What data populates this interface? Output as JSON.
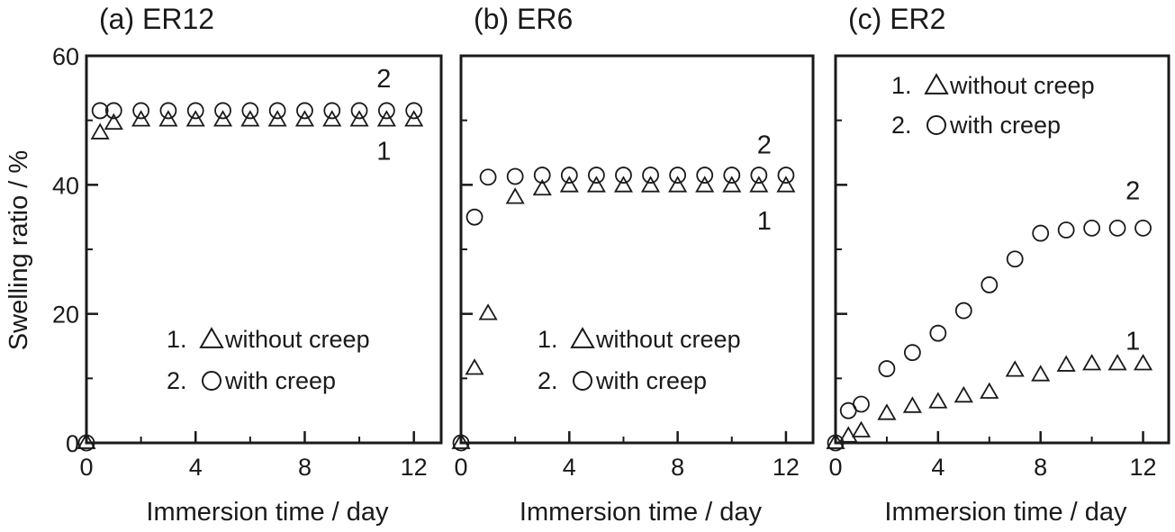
{
  "figure": {
    "ylabel": "Swelling ratio / %",
    "xlabel": "Immersion time / day"
  },
  "chart_data": [
    {
      "type": "scatter",
      "title": "(a) ER12",
      "xlabel": "Immersion time / day",
      "ylabel": "Swelling ratio / %",
      "xlim": [
        0,
        13
      ],
      "ylim": [
        0,
        60
      ],
      "xticks": [
        "0",
        "4",
        "8",
        "12"
      ],
      "yticks": [
        "0",
        "20",
        "40",
        "60"
      ],
      "grid": false,
      "legend": "bottom-right",
      "legend_entries": [
        {
          "prefix": "1.",
          "marker": "triangle",
          "label": "without creep"
        },
        {
          "prefix": "2.",
          "marker": "circle",
          "label": "with creep"
        }
      ],
      "curve_labels": {
        "without": "1",
        "with": "2"
      },
      "series": [
        {
          "marker": "triangle",
          "x": [
            0,
            0.5,
            1,
            2,
            3,
            4,
            5,
            6,
            7,
            8,
            9,
            10,
            11,
            12
          ],
          "y": [
            0,
            48,
            49.5,
            50,
            50,
            50,
            50,
            50,
            50,
            50,
            50,
            50,
            50,
            50
          ]
        },
        {
          "marker": "circle",
          "x": [
            0,
            0.5,
            1,
            2,
            3,
            4,
            5,
            6,
            7,
            8,
            9,
            10,
            11,
            12
          ],
          "y": [
            0,
            51.5,
            51.5,
            51.5,
            51.5,
            51.5,
            51.5,
            51.5,
            51.5,
            51.5,
            51.5,
            51.5,
            51.5,
            51.5
          ]
        }
      ]
    },
    {
      "type": "scatter",
      "title": "(b) ER6",
      "xlabel": "Immersion time / day",
      "ylabel": "",
      "xlim": [
        0,
        13
      ],
      "ylim": [
        0,
        60
      ],
      "xticks": [
        "0",
        "4",
        "8",
        "12"
      ],
      "yticks": [
        "",
        "",
        "",
        ""
      ],
      "grid": false,
      "legend": "bottom-right",
      "legend_entries": [
        {
          "prefix": "1.",
          "marker": "triangle",
          "label": "without creep"
        },
        {
          "prefix": "2.",
          "marker": "circle",
          "label": "with creep"
        }
      ],
      "curve_labels": {
        "without": "1",
        "with": "2"
      },
      "series": [
        {
          "marker": "triangle",
          "x": [
            0,
            0.5,
            1,
            2,
            3,
            4,
            5,
            6,
            7,
            8,
            9,
            10,
            11,
            12
          ],
          "y": [
            0,
            11.5,
            20,
            38,
            39.3,
            39.8,
            39.8,
            39.8,
            39.8,
            39.8,
            39.8,
            39.8,
            39.8,
            39.8
          ]
        },
        {
          "marker": "circle",
          "x": [
            0,
            0.5,
            1,
            2,
            3,
            4,
            5,
            6,
            7,
            8,
            9,
            10,
            11,
            12
          ],
          "y": [
            0,
            35,
            41.2,
            41.3,
            41.5,
            41.5,
            41.5,
            41.5,
            41.5,
            41.5,
            41.5,
            41.5,
            41.5,
            41.5
          ]
        }
      ]
    },
    {
      "type": "scatter",
      "title": "(c) ER2",
      "xlabel": "Immersion time / day",
      "ylabel": "",
      "xlim": [
        0,
        13
      ],
      "ylim": [
        0,
        60
      ],
      "xticks": [
        "0",
        "4",
        "8",
        "12"
      ],
      "yticks": [
        "",
        "",
        "",
        ""
      ],
      "grid": false,
      "legend": "top-right",
      "legend_entries": [
        {
          "prefix": "1.",
          "marker": "triangle",
          "label": "without creep"
        },
        {
          "prefix": "2.",
          "marker": "circle",
          "label": "with creep"
        }
      ],
      "curve_labels": {
        "without": "1",
        "with": "2"
      },
      "series": [
        {
          "marker": "triangle",
          "x": [
            0,
            0.5,
            1,
            2,
            3,
            4,
            5,
            6,
            7,
            8,
            9,
            10,
            11,
            12
          ],
          "y": [
            0,
            1,
            1.8,
            4.5,
            5.6,
            6.3,
            7.2,
            7.8,
            11.2,
            10.5,
            12,
            12.2,
            12.2,
            12.2
          ]
        },
        {
          "marker": "circle",
          "x": [
            0,
            0.5,
            1,
            2,
            3,
            4,
            5,
            6,
            7,
            8,
            9,
            10,
            11,
            12
          ],
          "y": [
            0,
            5,
            6,
            11.5,
            14,
            17,
            20.5,
            24.5,
            28.5,
            32.5,
            33,
            33.3,
            33.3,
            33.3
          ]
        }
      ]
    }
  ]
}
